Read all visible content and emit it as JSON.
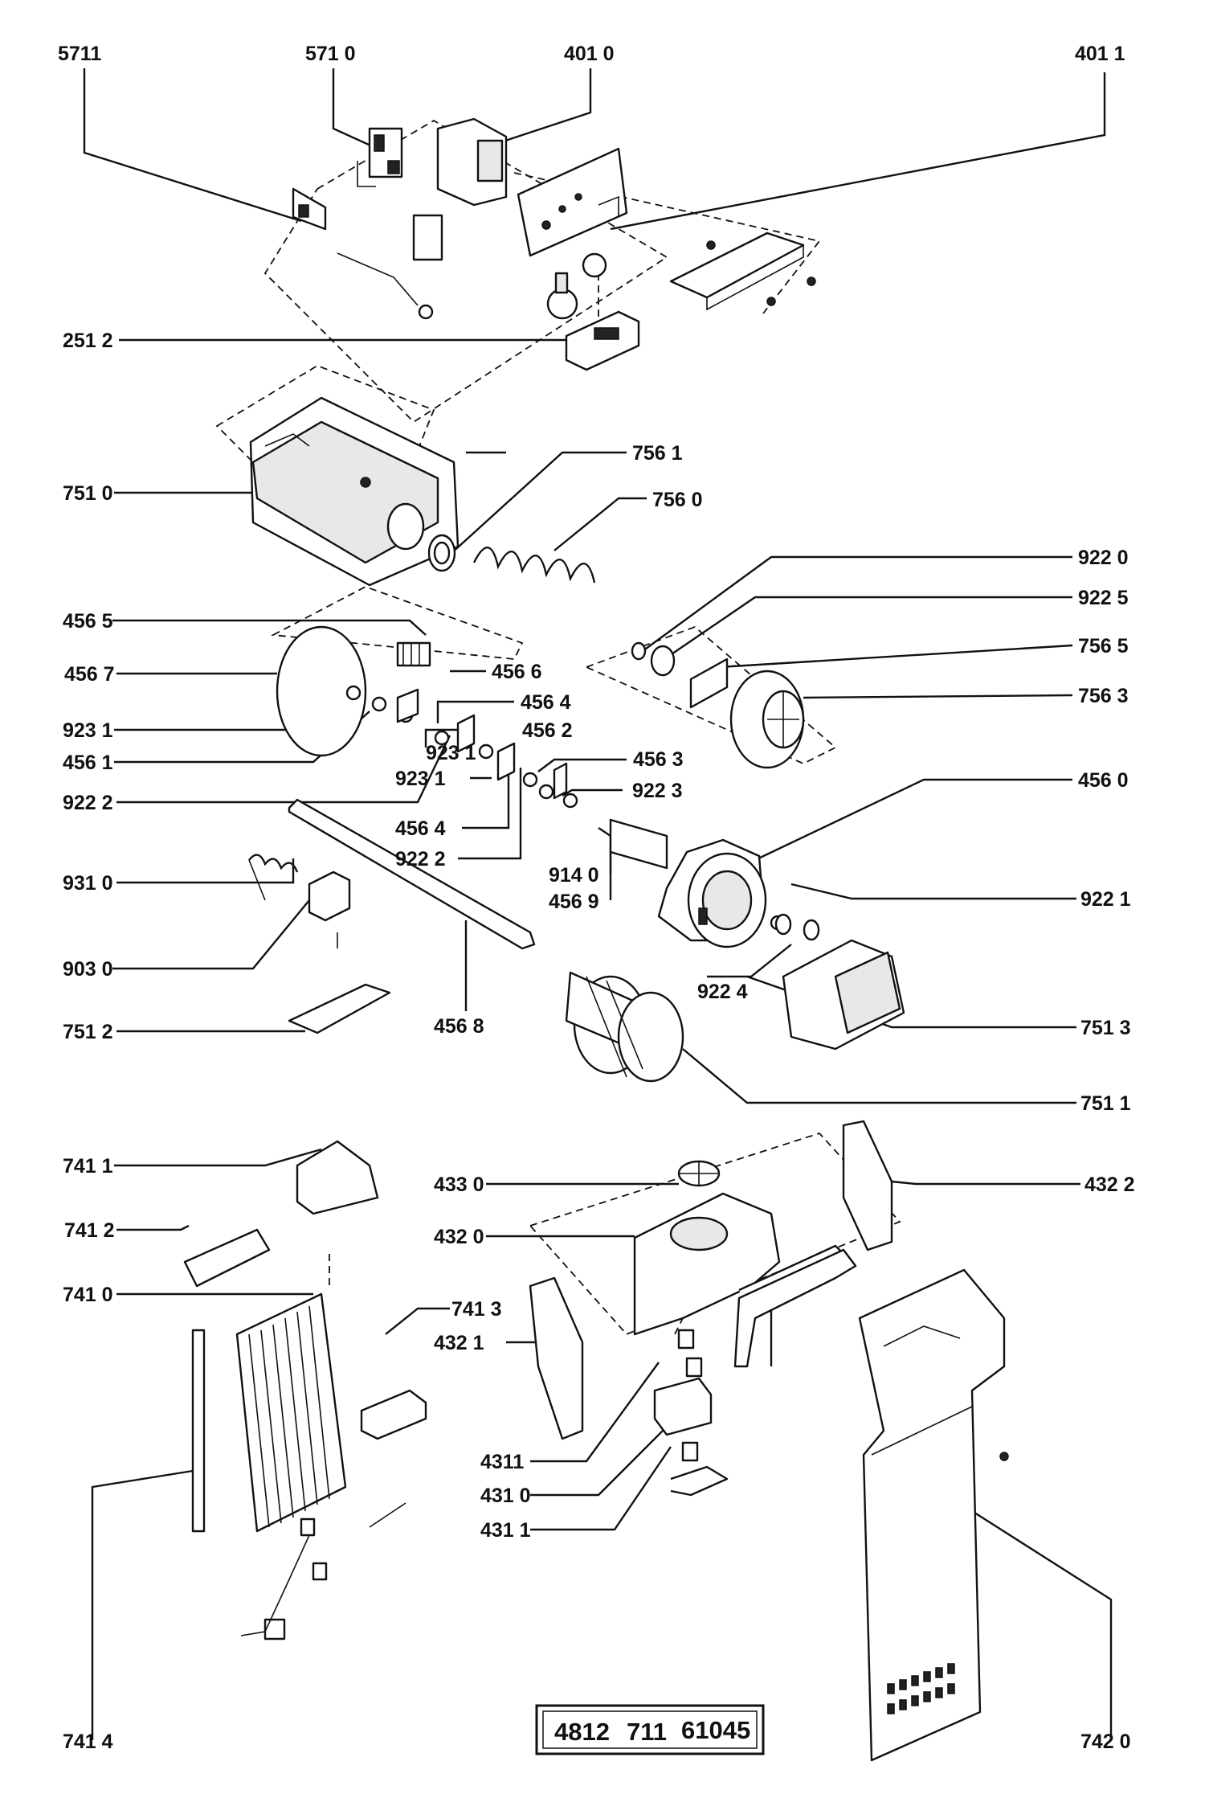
{
  "labels": {
    "l5711": "5711",
    "l5710": "571 0",
    "l4010": "401 0",
    "l4011": "401 1",
    "l2512": "251 2",
    "l7510": "751 0",
    "l7561": "756 1",
    "l7560": "756 0",
    "l9220": "922 0",
    "l9225": "922 5",
    "l7565": "756  5",
    "l7563": "756 3",
    "l4565": "456 5",
    "l4567": "456 7",
    "l4566": "456 6",
    "l4564a": "456 4",
    "l9231a": "923 1",
    "l4561": "456 1",
    "l4562": "456 2",
    "l9231b": "923 1",
    "l9231c": "923 1",
    "l4563": "456 3",
    "l9222a": "922 2",
    "l9223": "922 3",
    "l4564b": "456 4",
    "l9222b": "922 2",
    "l4560": "456 0",
    "l9140": "914  0",
    "l4569": "456 9",
    "l9310": "931 0",
    "l9221": "922 1",
    "l9030": "903 0",
    "l9224": "922 4",
    "l4568": "456  8",
    "l7513": "751  3",
    "l7512": "751 2",
    "l7511": "751 1",
    "l7411": "741 1",
    "l4330": "433 0",
    "l4322": "432  2",
    "l7412": "741  2",
    "l4320": "432 0",
    "l7410": "741 0",
    "l7413": "741 3",
    "l4321": "432  1",
    "l4311a": "4311",
    "l4310": "431 0",
    "l4311b": "431 1",
    "l7414": "741  4",
    "l7420": "742 0"
  },
  "part_code": {
    "a": "4812",
    "b": "711",
    "c": "61045"
  }
}
